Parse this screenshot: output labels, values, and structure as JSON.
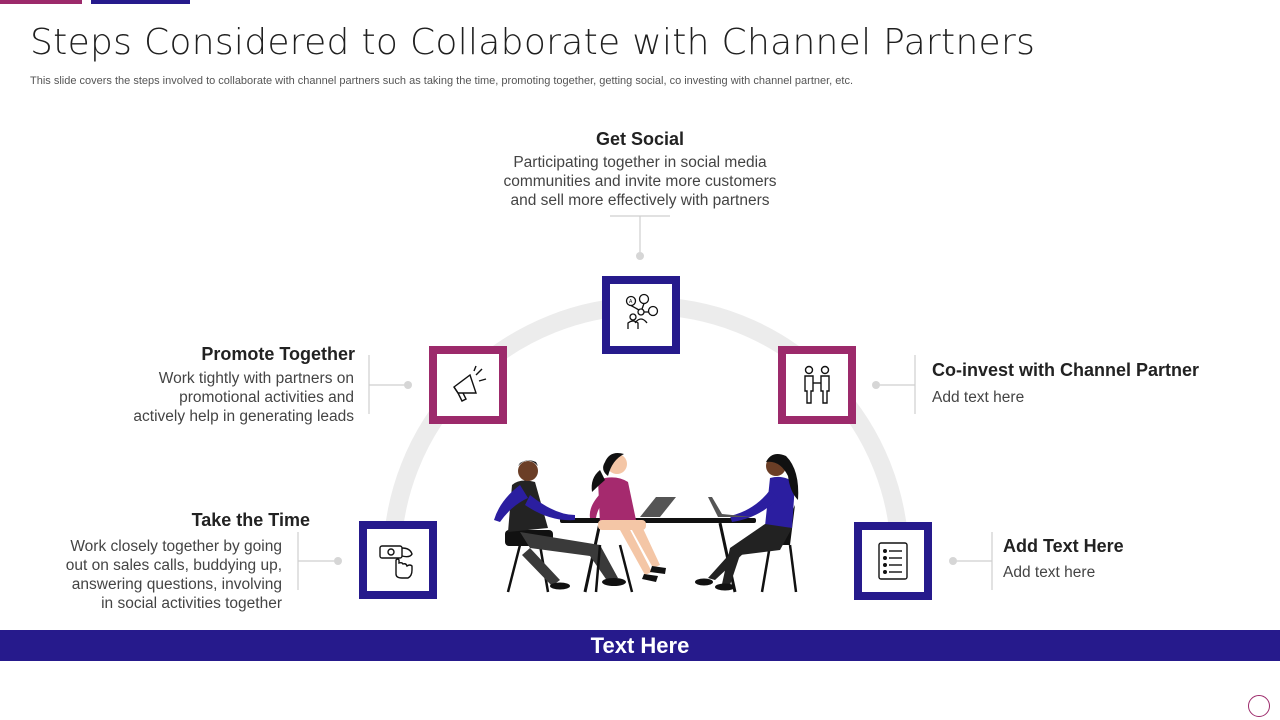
{
  "slide": {
    "title": "Steps Considered to Collaborate with Channel Partners",
    "subtitle": "This slide covers the steps involved to collaborate with channel partners such as taking the time, promoting together, getting social, co investing with channel partner, etc."
  },
  "colors": {
    "purple": "#9c2a6b",
    "indigo": "#261a8c",
    "arc": "#ececec"
  },
  "steps": {
    "get_social": {
      "title": "Get Social",
      "lines": [
        "Participating together in social media",
        "communities and invite more customers",
        "and sell more effectively with partners"
      ],
      "icon": "network-people-icon"
    },
    "promote_together": {
      "title": "Promote Together",
      "lines": [
        "Work tightly with partners on",
        "promotional activities and",
        "actively help in generating leads"
      ],
      "icon": "megaphone-icon"
    },
    "co_invest": {
      "title": "Co-invest with Channel Partner",
      "lines": [
        "Add text here"
      ],
      "icon": "handshake-people-icon"
    },
    "take_time": {
      "title": "Take the Time",
      "lines": [
        "Work closely together by going",
        "out on sales calls, buddying up,",
        "answering questions, involving",
        "in social activities together"
      ],
      "icon": "hand-click-icon"
    },
    "add_text": {
      "title": "Add Text Here",
      "lines": [
        "Add text here"
      ],
      "icon": "checklist-icon"
    }
  },
  "footer": {
    "banner": "Text Here"
  }
}
